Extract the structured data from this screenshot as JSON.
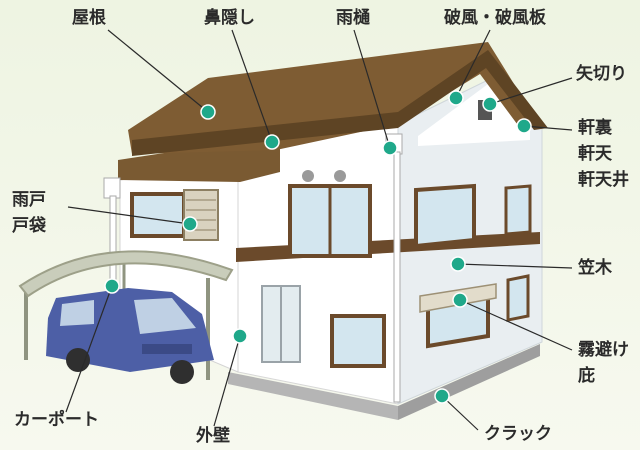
{
  "colors": {
    "background": "#f5f8ec",
    "roof": "#7a5a32",
    "roof_edge": "#5e4424",
    "wall": "#ffffff",
    "wall_side": "#e6ebee",
    "trim": "#6b4a2b",
    "window_glass": "#d3e6ef",
    "marker": "#1fa88a",
    "leader_line": "#2a2a2a",
    "car_body": "#4d5fa6",
    "carport_roof": "#c9cdbb",
    "foundation": "#a6a6a6"
  },
  "labels": {
    "roof": "屋根",
    "nose_cover": "鼻隠し",
    "gutter": "雨樋",
    "barge_board": "破風・破風板",
    "vent": "矢切り",
    "soffit_1": "軒裏",
    "soffit_2": "軒天",
    "soffit_3": "軒天井",
    "shutter_box_1": "雨戸",
    "shutter_box_2": "戸袋",
    "band_board": "笠木",
    "canopy_1": "霧避け",
    "canopy_2": "庇",
    "carport": "カーポート",
    "outer_wall": "外壁",
    "crack": "クラック"
  }
}
